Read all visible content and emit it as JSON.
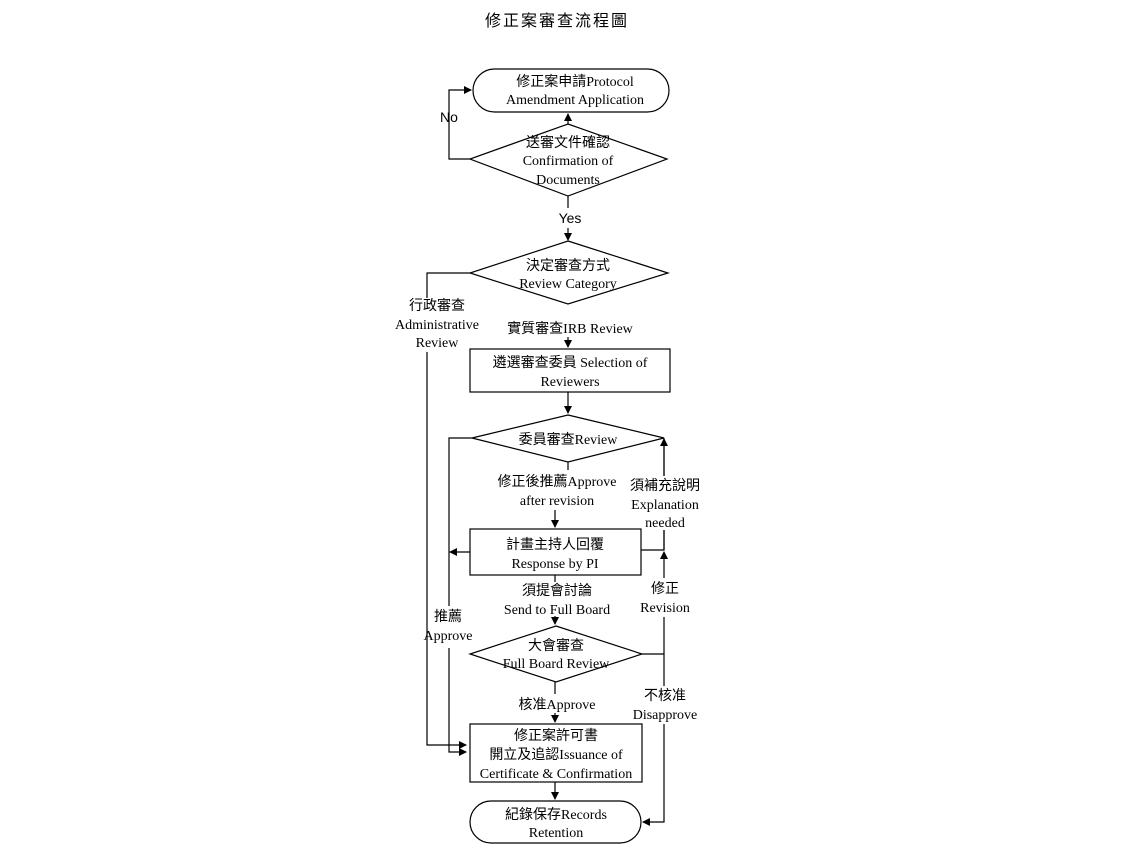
{
  "title": "修正案審查流程圖",
  "nodes": {
    "application": [
      "修正案申請Protocol",
      "Amendment Application"
    ],
    "confirmation": [
      "送審文件確認",
      "Confirmation of",
      "Documents"
    ],
    "category": [
      "決定審查方式",
      "Review Category"
    ],
    "selection": [
      "遴選審查委員 Selection of",
      "Reviewers"
    ],
    "committee_review": [
      "委員審查Review"
    ],
    "pi_response": [
      "計畫主持人回覆",
      "Response by PI"
    ],
    "full_board": [
      "大會審查",
      "Full Board Review"
    ],
    "certificate": [
      "修正案許可書",
      "開立及追認Issuance of",
      "Certificate & Confirmation"
    ],
    "records": [
      "紀錄保存Records",
      "Retention"
    ]
  },
  "labels": {
    "no": "No",
    "yes": "Yes",
    "administrative": [
      "行政審查",
      "Administrative",
      "Review"
    ],
    "irb_review": "實質審查IRB Review",
    "approve_after_revision": [
      "修正後推薦Approve",
      "after revision"
    ],
    "explanation_needed": [
      "須補充說明",
      "Explanation",
      "needed"
    ],
    "send_full_board": [
      "須提會討論",
      "Send to Full Board"
    ],
    "revision": [
      "修正",
      "Revision"
    ],
    "recommend_approve": [
      "推薦",
      "Approve"
    ],
    "approve": "核准Approve",
    "disapprove": [
      "不核准",
      "Disapprove"
    ]
  }
}
